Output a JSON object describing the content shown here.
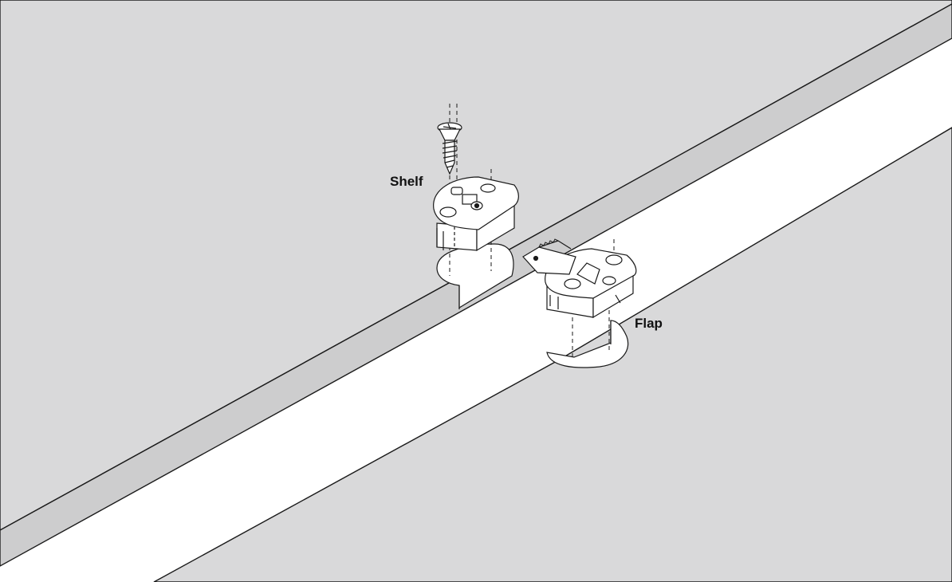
{
  "labels": {
    "shelf": "Shelf",
    "flap": "Flap"
  },
  "colors": {
    "panel_face": "#d9d9da",
    "panel_edge": "#cfcfd0",
    "gap": "#ffffff",
    "line": "#1a1a1a",
    "hardware": "#ffffff"
  },
  "icons": {
    "screw": "countersunk-wood-screw",
    "shelf_hinge": "round-flap-hinge-body",
    "flap_hinge": "round-flap-hinge-with-arm"
  }
}
